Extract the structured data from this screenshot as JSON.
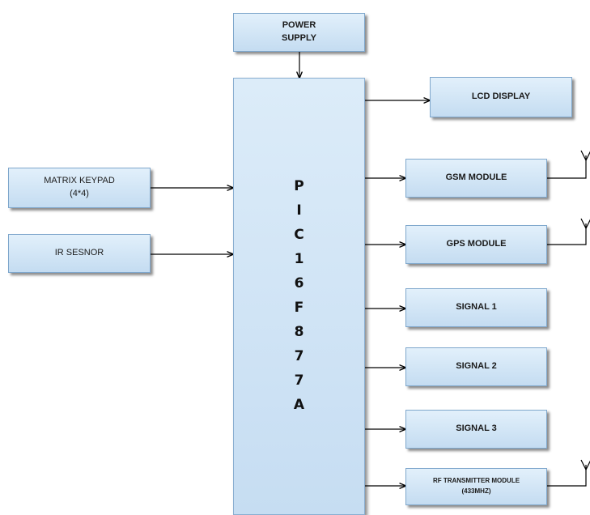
{
  "blocks": {
    "power_supply": "POWER\nSUPPLY",
    "lcd_display": "LCD DISPLAY",
    "matrix_keypad": "MATRIX KEYPAD\n(4*4)",
    "ir_sensor": "IR SESNOR",
    "gsm_module": "GSM MODULE",
    "gps_module": "GPS MODULE",
    "signal_1": "SIGNAL 1",
    "signal_2": "SIGNAL 2",
    "signal_3": "SIGNAL 3",
    "rf_transmitter": "RF TRANSMITTER  MODULE\n(433MHZ)"
  },
  "microcontroller": {
    "letters": [
      "P",
      "I",
      "C",
      "1",
      "6",
      "F",
      "8",
      "7",
      "7",
      "A"
    ]
  },
  "colors": {
    "block_fill_top": "#e2f0fb",
    "block_fill_bottom": "#c4dcf1",
    "block_border": "#7fa7cc",
    "wire": "#000000"
  }
}
